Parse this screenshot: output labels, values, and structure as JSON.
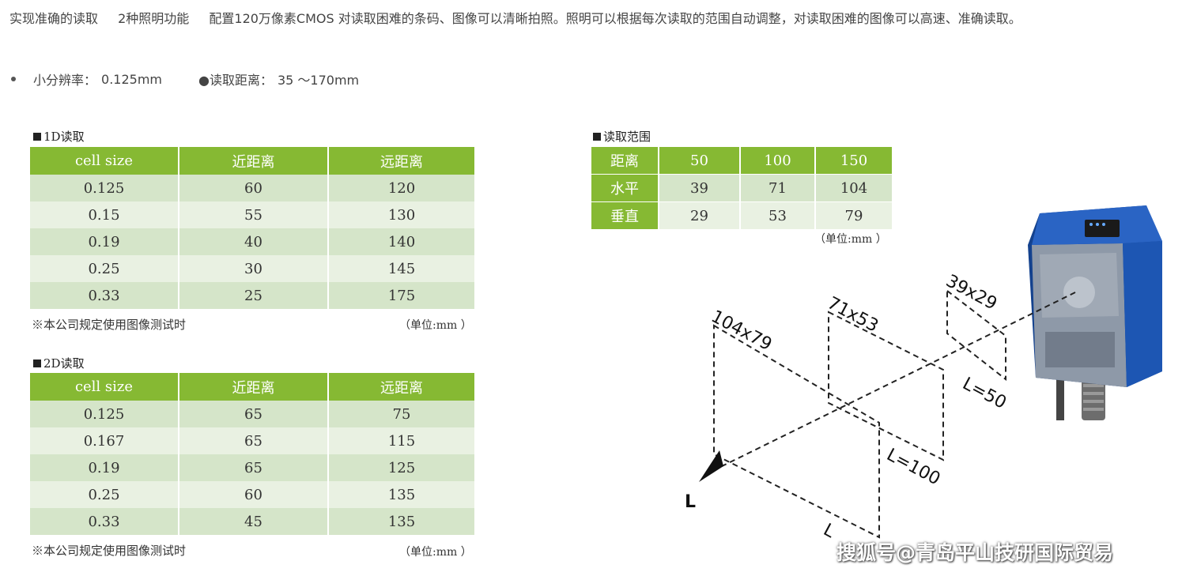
{
  "intro": {
    "item1": "实现准确的读取",
    "item2": "2种照明功能",
    "item3": "配置120万像素CMOS 对读取困难的条码、图像可以清晰拍照。照明可以根据每次读取的范围自动调整，对读取困难的图像可以高速、准确读取。"
  },
  "specs": {
    "resolution_label": "小分辨率：",
    "resolution_value": "0.125mm",
    "distance_label": "●读取距离：",
    "distance_value": "35 ～170mm"
  },
  "table_1d": {
    "title": "1D读取",
    "headers": [
      "cell size",
      "近距离",
      "远距离"
    ],
    "rows": [
      [
        "0.125",
        "60",
        "120"
      ],
      [
        "0.15",
        "55",
        "130"
      ],
      [
        "0.19",
        "40",
        "140"
      ],
      [
        "0.25",
        "30",
        "145"
      ],
      [
        "0.33",
        "25",
        "175"
      ]
    ],
    "note": "※本公司规定使用图像测试时",
    "unit": "（单位:mm ）"
  },
  "table_2d": {
    "title": "2D读取",
    "headers": [
      "cell  size",
      "近距离",
      "远距离"
    ],
    "rows": [
      [
        "0.125",
        "65",
        "75"
      ],
      [
        "0.167",
        "65",
        "115"
      ],
      [
        "0.19",
        "65",
        "125"
      ],
      [
        "0.25",
        "60",
        "135"
      ],
      [
        "0.33",
        "45",
        "135"
      ]
    ],
    "note": "※本公司规定使用图像测试时",
    "unit": "（单位:mm ）"
  },
  "range_table": {
    "title": "读取范围",
    "rows": [
      [
        "距离",
        "50",
        "100",
        "150"
      ],
      [
        "水平",
        "39",
        "71",
        "104"
      ],
      [
        "垂直",
        "29",
        "53",
        "79"
      ]
    ],
    "unit": "（单位:mm ）"
  },
  "diagram": {
    "label_large": "104x79",
    "label_mid": "71x53",
    "label_small": "39x29",
    "dist_50": "L=50",
    "dist_100": "L=100",
    "dist_150": "L",
    "axis_label": "L"
  },
  "watermark": "搜狐号@青岛平山技研国际贸易",
  "colors": {
    "header_green": "#86b933",
    "row_light": "#e9f1e2",
    "row_dark": "#d5e5c9",
    "device_blue": "#1a4d9e"
  }
}
